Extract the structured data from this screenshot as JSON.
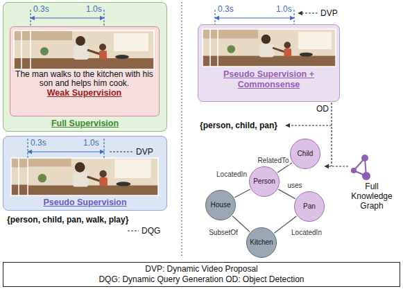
{
  "diagram": {
    "nodes": [
      {
        "text": [
          "Full Supervision"
        ]
      },
      {
        "text": [
          "The man walks to the kitchen with his son and helps him cook.",
          "Weak Supervision"
        ],
        "in": 0
      },
      {
        "text": [
          "Pseudo Supervision"
        ]
      },
      {
        "text": [
          "Pseudo Supervision + Commonsense"
        ]
      },
      {
        "text": [
          "Child"
        ]
      },
      {
        "text": [
          "Person"
        ]
      },
      {
        "text": [
          "House"
        ]
      },
      {
        "text": [
          "Pan"
        ]
      },
      {
        "text": [
          "Kitchen"
        ]
      },
      {
        "text": [
          "DVP: Dynamic Video Proposal",
          "DQG: Dynamic Query Generation OD: Object Detection"
        ]
      }
    ],
    "edges": [
      {
        "from": 5,
        "to": 6,
        "arrow": "none",
        "label": "LocatedIn"
      },
      {
        "from": 5,
        "to": 4,
        "arrow": "none",
        "label": "RelatedTo"
      },
      {
        "from": 5,
        "to": 7,
        "arrow": "none",
        "label": "uses"
      },
      {
        "from": 7,
        "to": 8,
        "arrow": "none",
        "label": "LocatedIn"
      },
      {
        "from": 8,
        "to": 6,
        "arrow": "none",
        "label": "SubsetOf"
      }
    ],
    "labels": [
      "0.3s",
      "1.0s",
      "0.3s",
      "1.0s",
      "DVP",
      "0.3s",
      "1.0s",
      "DVP",
      "{person, child, pan, walk, play}",
      "DQG",
      "OD",
      "{person, child, pan}",
      "Full Knowledge Graph"
    ]
  }
}
